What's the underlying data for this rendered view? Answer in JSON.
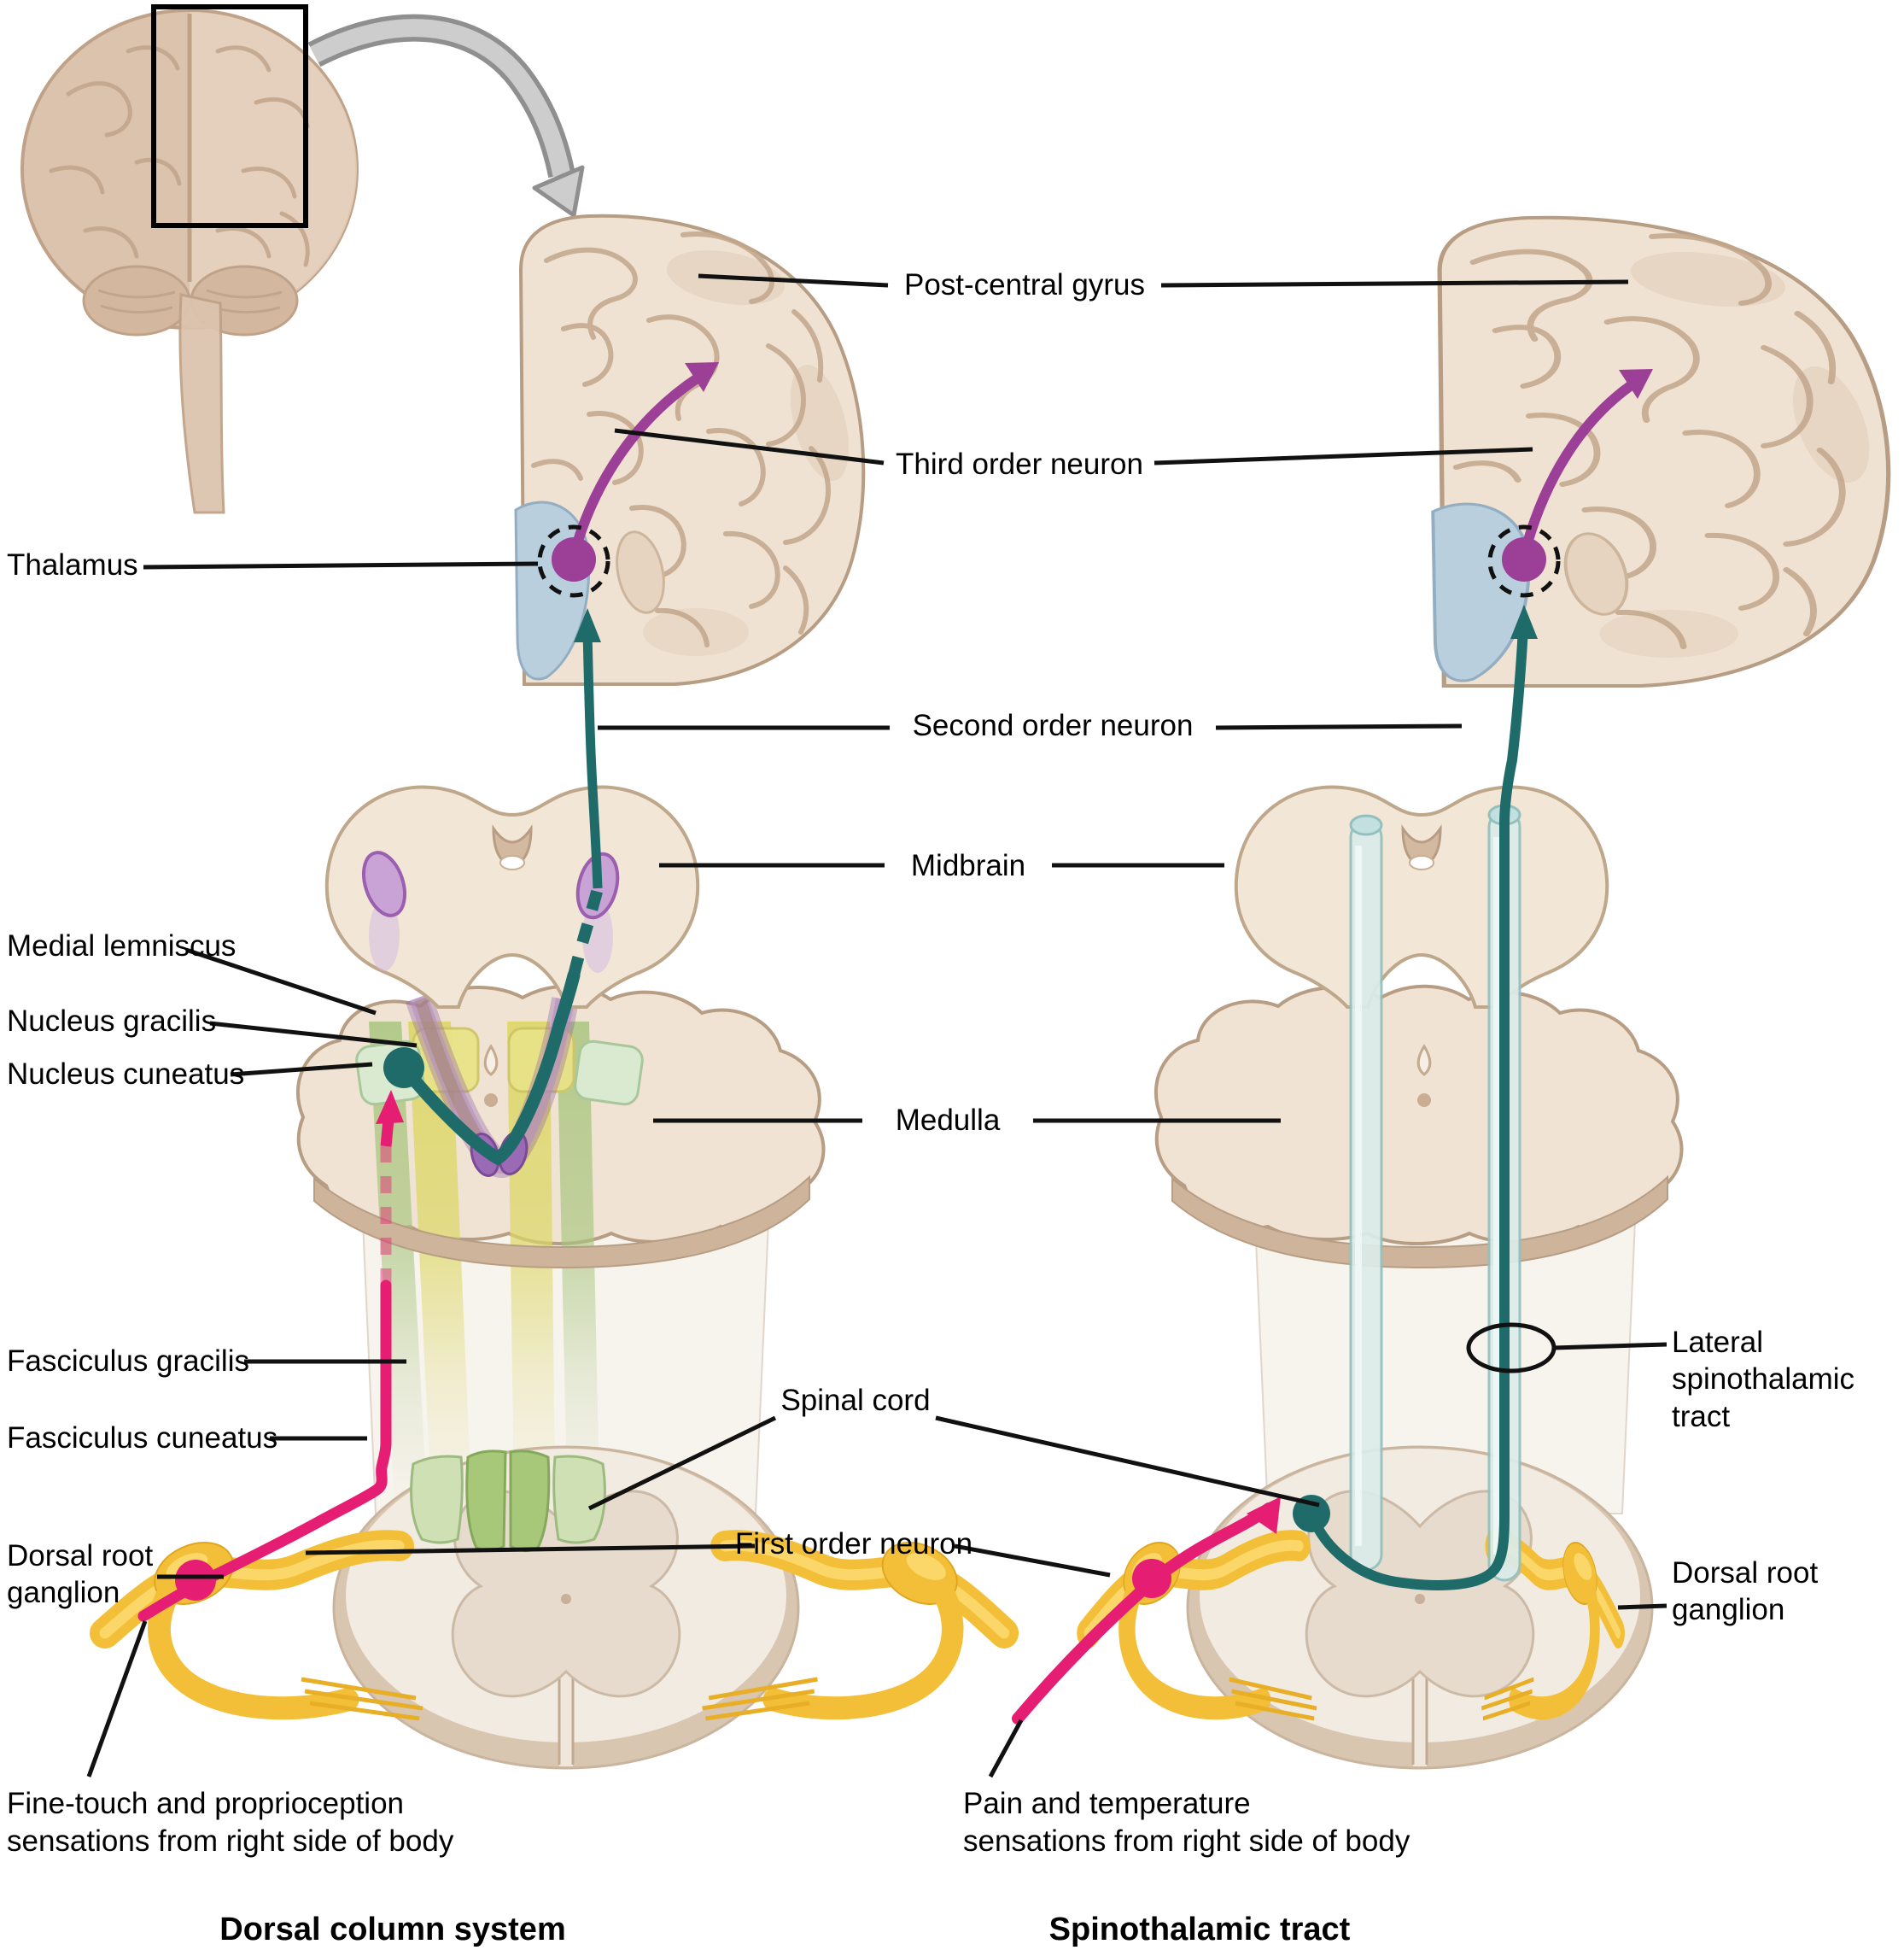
{
  "figure": {
    "type": "anatomical-diagram",
    "subject": "Ascending sensory pathways of the spinal cord",
    "titles": {
      "left": "Dorsal column system",
      "right": "Spinothalamic tract"
    },
    "captions": {
      "left": "Fine-touch and proprioception\nsensations from right side of body",
      "right": "Pain and temperature\nsensations from right side of body"
    },
    "labels": {
      "post_central_gyrus": "Post-central gyrus",
      "third_order_neuron": "Third order neuron",
      "thalamus": "Thalamus",
      "second_order_neuron": "Second order neuron",
      "midbrain": "Midbrain",
      "medial_lemniscus": "Medial lemniscus",
      "nucleus_gracilis": "Nucleus gracilis",
      "nucleus_cuneatus": "Nucleus cuneatus",
      "medulla": "Medulla",
      "fasciculus_gracilis": "Fasciculus gracilis",
      "fasciculus_cuneatus": "Fasciculus cuneatus",
      "spinal_cord": "Spinal cord",
      "first_order_neuron": "First order neuron",
      "dorsal_root_ganglion": "Dorsal root\nganglion",
      "lateral_spinothalamic_tract": "Lateral\nspinothalamic\ntract"
    },
    "colors": {
      "first_order_neuron_pink": "#e61e73",
      "second_order_neuron_teal": "#1e6b6a",
      "third_order_neuron_purple": "#9c3f96",
      "dorsal_root_ganglion_yellow": "#f3bf38",
      "thalamus_blue": "#b9cfdd",
      "fasciculus_gracilis_yellow": "#ddd766",
      "fasciculus_cuneatus_green": "#a9c67f",
      "medial_lemniscus_purple": "#b48cc4",
      "spinothalamic_tube_blue": "#dcecea",
      "brain_tissue_tan": "#f0e2d2",
      "label_line_black": "#111111"
    }
  }
}
